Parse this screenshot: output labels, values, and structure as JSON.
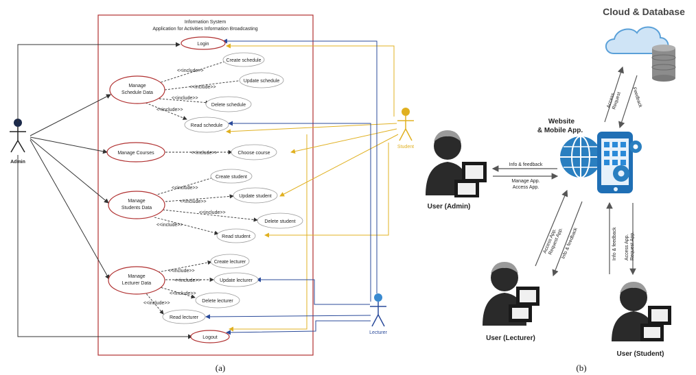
{
  "panel_a": {
    "caption": "(a)",
    "system_title_1": "Information System",
    "system_title_2": "Application for Activities Information Broadcasting",
    "actors": {
      "admin": "Admin",
      "student": "Student",
      "lecturer": "Lecturer"
    },
    "use_cases": {
      "login": "Login",
      "manage_schedule_1": "Manage",
      "manage_schedule_2": "Schedule Data",
      "create_schedule": "Create schedule",
      "update_schedule": "Update schedule",
      "delete_schedule": "Delete schedule",
      "read_schedule": "Read schedule",
      "manage_courses": "Manage Courses",
      "choose_course": "Choose course",
      "manage_students_1": "Manage",
      "manage_students_2": "Students Data",
      "create_student": "Create student",
      "update_student": "Update student",
      "delete_student": "Delete student",
      "read_student": "Read student",
      "manage_lecturer_1": "Manage",
      "manage_lecturer_2": "Lecturer Data",
      "create_lecturer": "Create lecturer",
      "update_lecturer": "Update lecturer",
      "delete_lecturer": "Delete lecturer",
      "read_lecturer": "Read lecturer",
      "logout": "Logout"
    },
    "include_label": "<<include>>",
    "colors": {
      "admin_line": "#333333",
      "student_line": "#e0b020",
      "lecturer_line": "#2a4a9a",
      "ellipse_border": "#b03030",
      "boundary": "#b03030"
    }
  },
  "panel_b": {
    "caption": "(b)",
    "cloud_title": "Cloud & Database",
    "app_title_1": "Website",
    "app_title_2": "& Mobile App.",
    "user_admin": "User (Admin)",
    "user_lecturer": "User (Lecturer)",
    "user_student": "User (Student)",
    "arrows": {
      "access_request_1": "Access",
      "access_request_2": "Request",
      "feedback": "Feedback",
      "info_feedback_admin": "Info & feedback",
      "manage_app": "Manage App.",
      "access_app_admin": "Access App.",
      "access_app_lect": "Access App.",
      "request_app_lect": "Request App.",
      "info_feedback_lect": "Info & feedback",
      "info_feedback_stud": "Info & feedback",
      "access_app_stud": "Access App.",
      "request_app_stud": "Request App."
    },
    "colors": {
      "globe": "#2a7fc0",
      "phone": "#1f6fb5",
      "cloud": "#5aa0d8",
      "db": "#8c8c8c"
    }
  }
}
